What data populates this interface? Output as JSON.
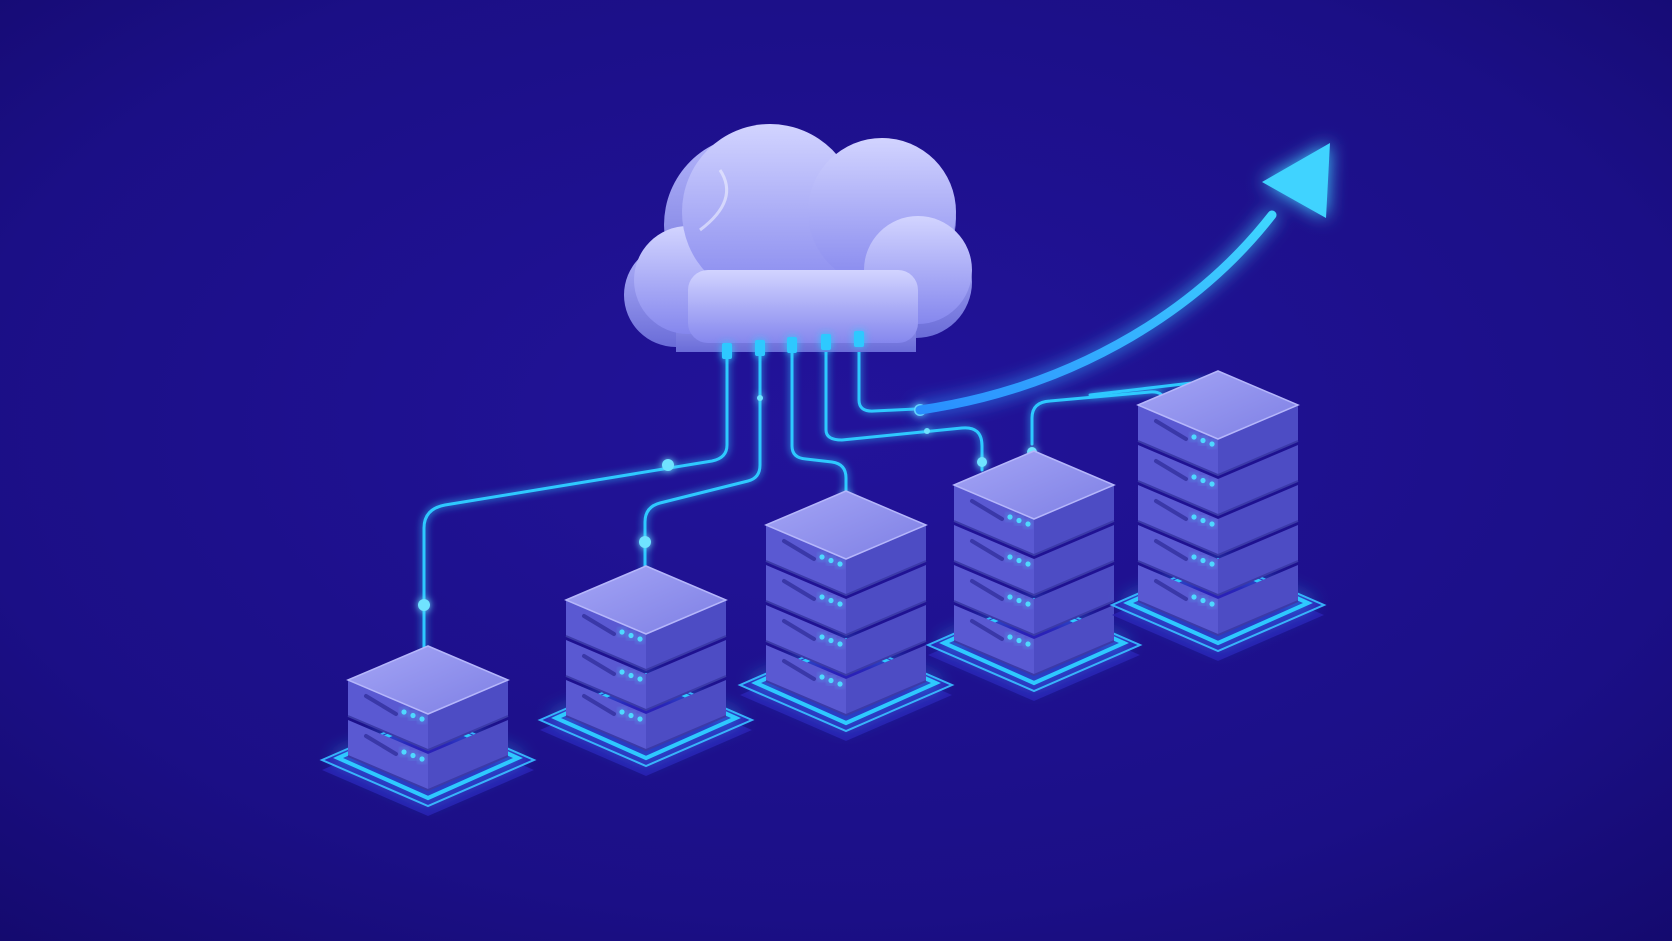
{
  "illustration": {
    "cloud_icon": "cloud-icon",
    "server_icon": "server-rack-icon",
    "arrow_icon": "growth-arrow-icon",
    "stacks": [
      {
        "units": 2
      },
      {
        "units": 3
      },
      {
        "units": 4
      },
      {
        "units": 4
      },
      {
        "units": 5
      }
    ]
  },
  "colors": {
    "background": "#1b0f86",
    "background_edge": "#140a6e",
    "glow": "#2ec9ff",
    "arrow": "#38c6ff",
    "cloud_top": "#c9ccff",
    "cloud_bottom": "#8a8cf0",
    "server_top": "#8f90ef",
    "server_side": "#4d4cc4",
    "server_front": "#5a59d2",
    "led": "#4fd8ff"
  }
}
